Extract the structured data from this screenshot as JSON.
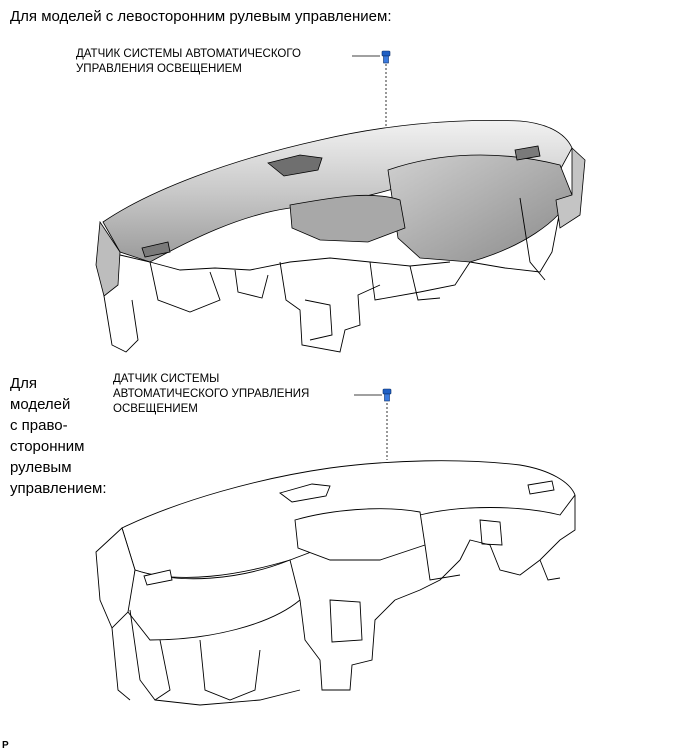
{
  "header": {
    "lhd_title": "Для моделей с левосторонним рулевым управлением:"
  },
  "rhd_title_lines": [
    "Для",
    "моделей",
    "с право-",
    "сторонним",
    "рулевым",
    "управлением:"
  ],
  "callouts": {
    "lhd": [
      "ДАТЧИК СИСТЕМЫ АВТОМАТИЧЕСКОГО",
      "УПРАВЛЕНИЯ ОСВЕЩЕНИЕМ"
    ],
    "rhd": [
      "ДАТЧИК СИСТЕМЫ",
      "АВТОМАТИЧЕСКОГО УПРАВЛЕНИЯ",
      "ОСВЕЩЕНИЕМ"
    ]
  },
  "figure_ref": "P",
  "colors": {
    "sensor": "#1f5fc4",
    "panel_fill": "#d9d9d9",
    "panel_dark": "#8c8c8c",
    "line": "#000000"
  }
}
